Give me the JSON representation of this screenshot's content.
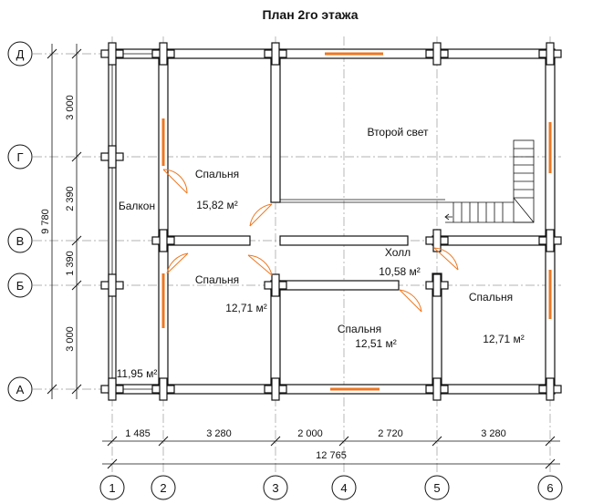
{
  "title": "План 2го этажа",
  "axes": {
    "rows": [
      "Д",
      "Г",
      "В",
      "Б",
      "А"
    ],
    "cols": [
      "1",
      "2",
      "3",
      "4",
      "5",
      "6"
    ]
  },
  "rooms": {
    "second_light": "Второй свет",
    "bedroom1_name": "Спальня",
    "bedroom1_area": "15,82 м²",
    "balcony_name": "Балкон",
    "balcony_area": "11,95 м²",
    "bedroom2_name": "Спальня",
    "bedroom2_area": "12,71 м²",
    "hall_name": "Холл",
    "hall_area": "10,58 м²",
    "bedroom3_name": "Спальня",
    "bedroom3_area": "12,51 м²",
    "bedroom4_name": "Спальня",
    "bedroom4_area": "12,71 м²"
  },
  "dims_vertical": {
    "d1": "3 000",
    "d2": "2 390",
    "d3": "1 390",
    "d4": "3 000",
    "total": "9 780"
  },
  "dims_horizontal": {
    "d1": "1 485",
    "d2": "3 280",
    "d3": "2 000",
    "d4": "2 720",
    "d5": "3 280",
    "total": "12 765"
  },
  "colors": {
    "window": "#ee7720",
    "grid": "#9a9a9a",
    "wall_outline": "#111111"
  }
}
